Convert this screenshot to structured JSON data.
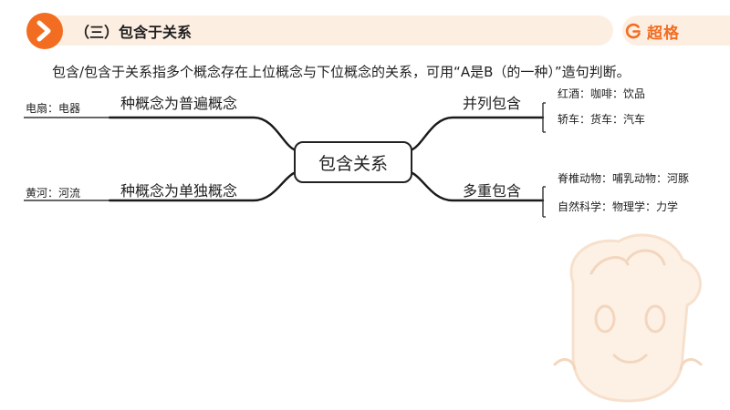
{
  "header": {
    "title": "（三）包含于关系",
    "brand_text": "超格",
    "accent_color": "#f26d21",
    "bar_color": "#fdeee2"
  },
  "intro_text": "包含/包含于关系指多个概念存在上位概念与下位概念的关系，可用“A是B（的一种）”造句判断。",
  "diagram": {
    "center": "包含关系",
    "branches": {
      "left_top": {
        "label": "种概念为普遍概念",
        "example": "电扇：电器"
      },
      "left_bottom": {
        "label": "种概念为单独概念",
        "example": "黄河：河流"
      },
      "right_top": {
        "label": "并列包含",
        "examples": [
          "红酒：咖啡：饮品",
          "轿车：货车：汽车"
        ]
      },
      "right_bottom": {
        "label": "多重包含",
        "examples": [
          "脊椎动物：哺乳动物：河豚",
          "自然科学：物理学：力学"
        ]
      }
    }
  }
}
